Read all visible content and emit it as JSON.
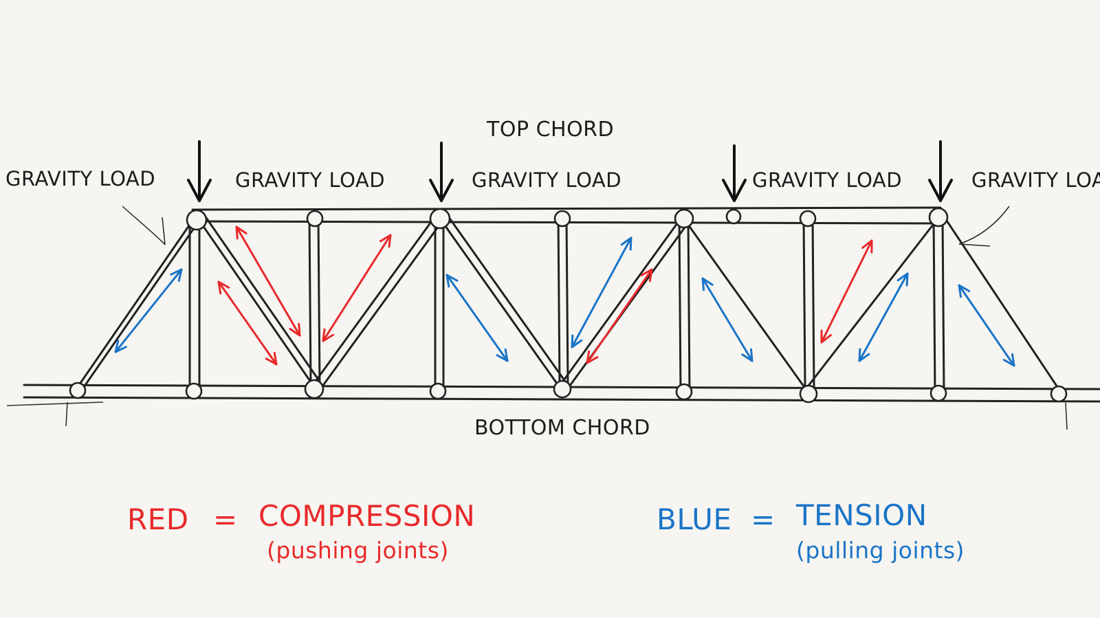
{
  "labels": {
    "top_chord": "TOP CHORD",
    "bottom_chord": "BOTTOM CHORD",
    "gravity_load": [
      "GRAVITY LOAD",
      "GRAVITY LOAD",
      "GRAVITY LOAD",
      "GRAVITY LOAD",
      "GRAVITY LOA"
    ]
  },
  "legend": {
    "red_key": "RED",
    "red_eq": "=",
    "red_value": "COMPRESSION",
    "red_note": "(pushing joints)",
    "blue_key": "BLUE",
    "blue_eq": "=",
    "blue_value": "TENSION",
    "blue_note": "(pulling joints)"
  },
  "colors": {
    "compression": "#e8292b",
    "tension": "#1a74c8",
    "ink": "#222222",
    "paper": "#f6f5f1"
  },
  "force_arrows": [
    "tension",
    "compression",
    "compression",
    "compression",
    "tension",
    "tension",
    "compression",
    "tension",
    "compression",
    "tension",
    "tension"
  ]
}
